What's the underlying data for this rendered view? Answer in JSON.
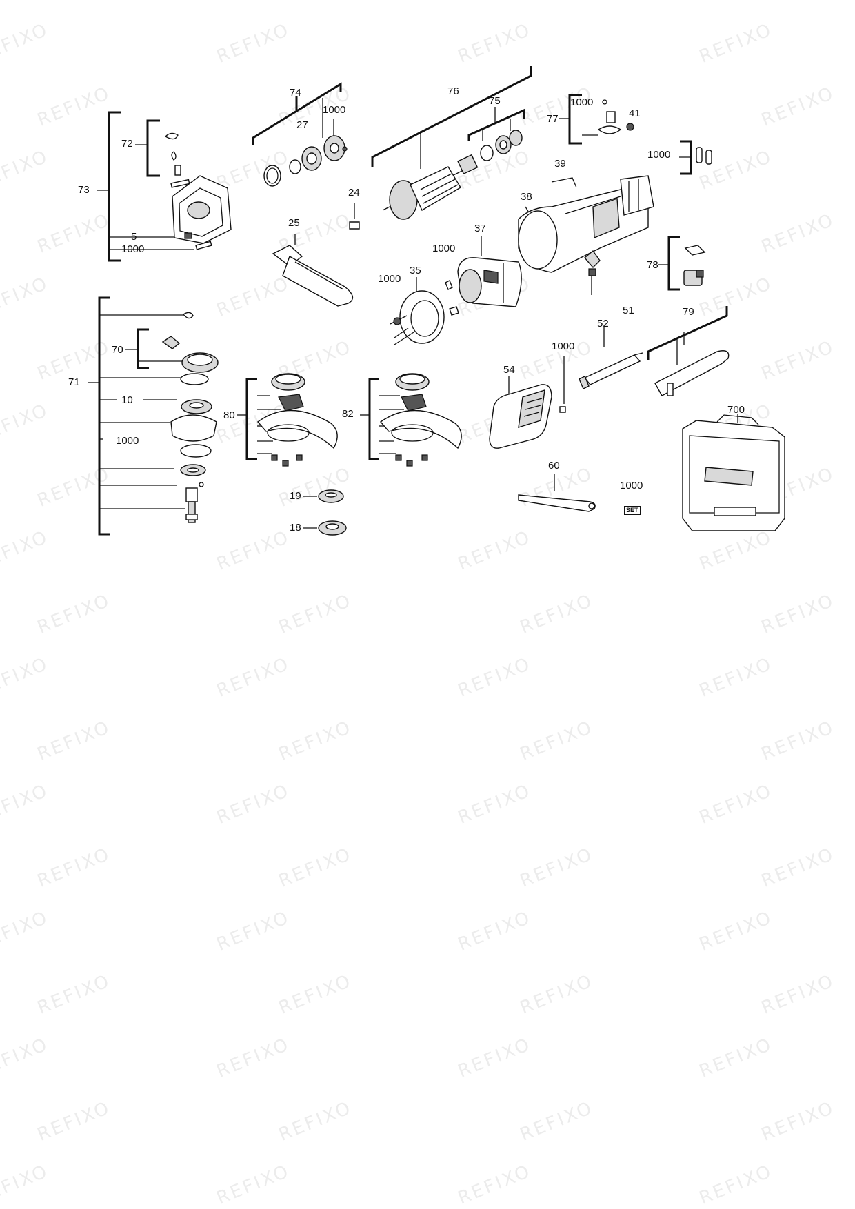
{
  "watermark": "REFIXO",
  "labels": {
    "l74": "74",
    "l27": "27",
    "l1000a": "1000",
    "l76": "76",
    "l75": "75",
    "l77": "77",
    "l1000b": "1000",
    "l41": "41",
    "l1000c": "1000",
    "l39": "39",
    "l72": "72",
    "l73": "73",
    "l5": "5",
    "l1000d": "1000",
    "l24": "24",
    "l25": "25",
    "l38": "38",
    "l37": "37",
    "l1000e": "1000",
    "l35": "35",
    "l1000f": "1000",
    "l78": "78",
    "l51": "51",
    "l52": "52",
    "l79": "79",
    "l1000g": "1000",
    "l70": "70",
    "l71": "71",
    "l10": "10",
    "l1000h": "1000",
    "l80": "80",
    "l82": "82",
    "l54": "54",
    "l700": "700",
    "l19": "19",
    "l18": "18",
    "l60": "60",
    "l1000i": "1000"
  },
  "badges": {
    "set": "SET"
  },
  "icons": {
    "brand_logo": "brand-logo-icon"
  }
}
